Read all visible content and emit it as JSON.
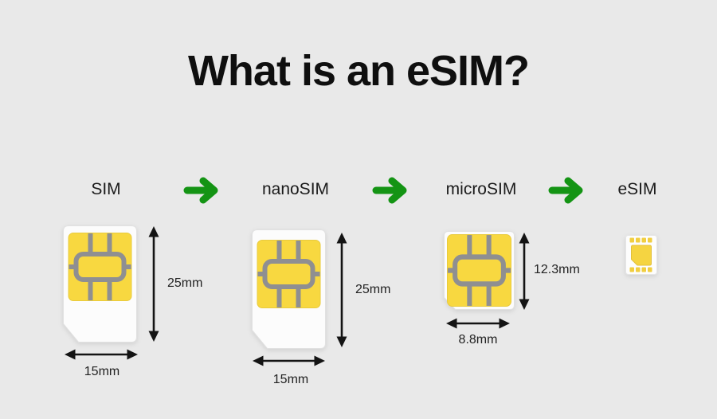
{
  "title": "What is an eSIM?",
  "stages": [
    {
      "label": "SIM",
      "height": "25mm",
      "width": "15mm"
    },
    {
      "label": "nanoSIM",
      "height": "25mm",
      "width": "15mm"
    },
    {
      "label": "microSIM",
      "height": "12.3mm",
      "width": "8.8mm"
    },
    {
      "label": "eSIM"
    }
  ],
  "colors": {
    "background": "#e9e9e9",
    "card_white": "#fcfcfc",
    "chip_yellow": "#f8d840",
    "chip_trace_gray": "#8f8f91",
    "evolution_arrow_green": "#149414",
    "dimension_arrow_black": "#141414",
    "text_black": "#1b1b1b"
  },
  "icons": {
    "next_arrow": "right-arrow-icon",
    "sim_card": "sim-card-icon",
    "chip": "sim-chip-icon",
    "esim": "esim-chip-icon",
    "height_dim": "height-arrow-icon",
    "width_dim": "width-arrow-icon"
  }
}
